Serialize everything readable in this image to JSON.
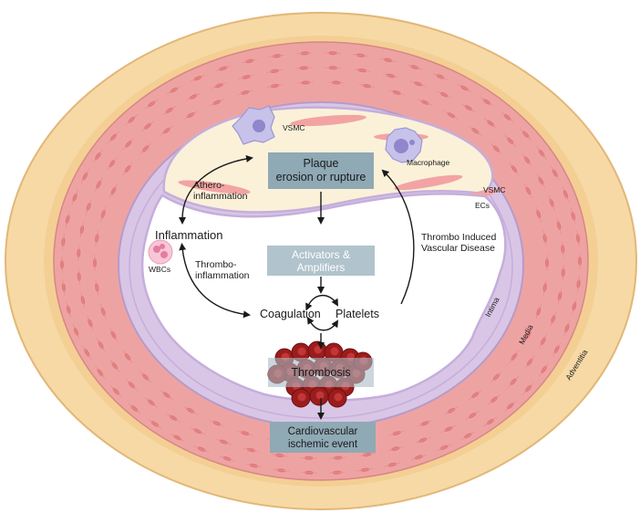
{
  "colors": {
    "adventitia": "#f7d9a6",
    "adventitia_edge": "#e7bf82",
    "media": "#eea3a3",
    "media_cell": "#d96a6a",
    "intima": "#d9c6e6",
    "intima_edge": "#b59bc9",
    "plaque": "#fbf1d9",
    "lumen": "#ffffff",
    "box_dark": "#8fa9b5",
    "box_light": "#a9bdc7",
    "box_text_light": "#ffffff",
    "arrow": "#1a1a1a",
    "clot": "#9b1c1c"
  },
  "boxes": {
    "plaque": "Plaque\nerosion or rupture",
    "activators": "Activators &\nAmplifiers",
    "thrombosis": "Thrombosis",
    "cardio": "Cardiovascular\nischemic event"
  },
  "labels": {
    "inflammation": "Inflammation",
    "athero": "Athero-\ninflammation",
    "thrombo_infl": "Thrombo-\ninflammation",
    "coagulation": "Coagulation",
    "platelets": "Platelets",
    "tivd": "Thrombo Induced\nVascular Disease",
    "wbcs": "WBCs",
    "vsmc_top": "VSMC",
    "macrophage": "Macrophage",
    "vsmc_right": "VSMC",
    "ecs": "ECs",
    "intima": "Intima",
    "media": "Media",
    "adventitia": "Adventitia"
  },
  "icons": [
    "vsmc-cell-icon",
    "macrophage-icon",
    "wbc-icon",
    "clot-icon"
  ]
}
